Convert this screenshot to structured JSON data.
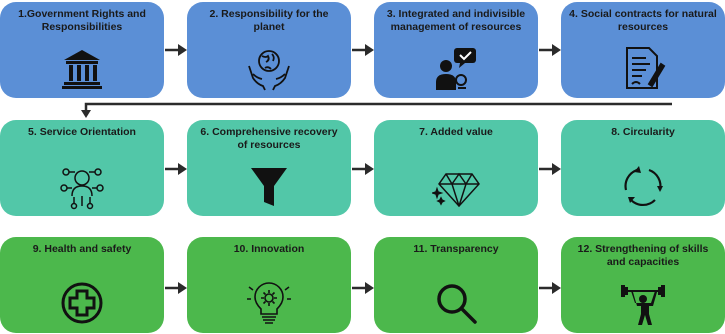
{
  "steps": [
    {
      "label": "1.Government Rights and Responsibilities"
    },
    {
      "label": "2. Responsibility for the planet"
    },
    {
      "label": "3. Integrated and indivisible management of resources"
    },
    {
      "label": "4. Social contracts for natural resources"
    },
    {
      "label": "5. Service Orientation"
    },
    {
      "label": "6. Comprehensive recovery of resources"
    },
    {
      "label": "7. Added value"
    },
    {
      "label": "8. Circularity"
    },
    {
      "label": "9. Health and safety"
    },
    {
      "label": "10. Innovation"
    },
    {
      "label": "11. Transparency"
    },
    {
      "label": "12. Strengthening of skills and capacities"
    }
  ],
  "icons": [
    "government-building-icon",
    "planet-in-hands-icon",
    "person-chat-icon",
    "contract-pen-icon",
    "service-network-icon",
    "funnel-icon",
    "diamond-icon",
    "circular-arrows-icon",
    "medical-cross-icon",
    "lightbulb-gear-icon",
    "magnifier-icon",
    "weightlifter-icon"
  ],
  "colors": {
    "row1": "#5b8fd6",
    "row2": "#52c7a8",
    "row3": "#4cb84c",
    "arrow": "#2b2b2b"
  }
}
